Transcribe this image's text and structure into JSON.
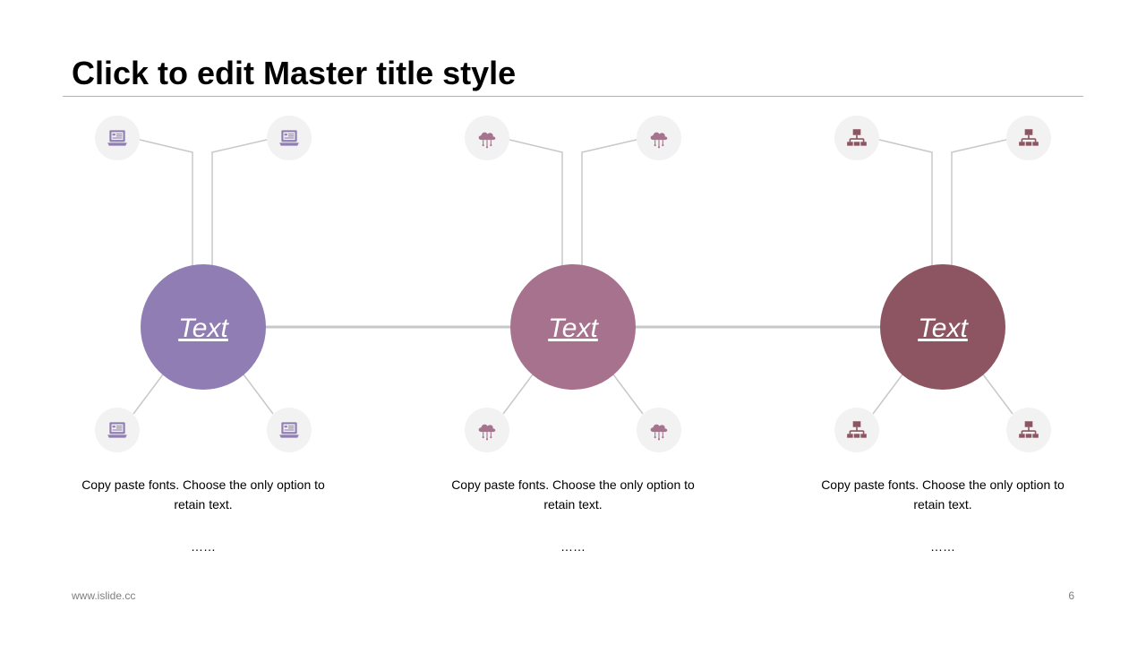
{
  "title": "Click to edit Master title style",
  "footer": {
    "url": "www.islide.cc",
    "page_number": "6"
  },
  "connector_color": "#c8c8c8",
  "icon_bg_color": "#f2f2f2",
  "hubs": [
    {
      "label": "Text",
      "color": "#8f7db3",
      "icon": "laptop-icon",
      "description": "Copy paste fonts. Choose the only option to retain text.",
      "ellipsis": "……"
    },
    {
      "label": "Text",
      "color": "#a6728d",
      "icon": "cloud-network-icon",
      "description": "Copy paste fonts. Choose the only option to retain text.",
      "ellipsis": "……"
    },
    {
      "label": "Text",
      "color": "#8d5561",
      "icon": "org-chart-icon",
      "description": "Copy paste fonts. Choose the only option to retain text.",
      "ellipsis": "……"
    }
  ]
}
